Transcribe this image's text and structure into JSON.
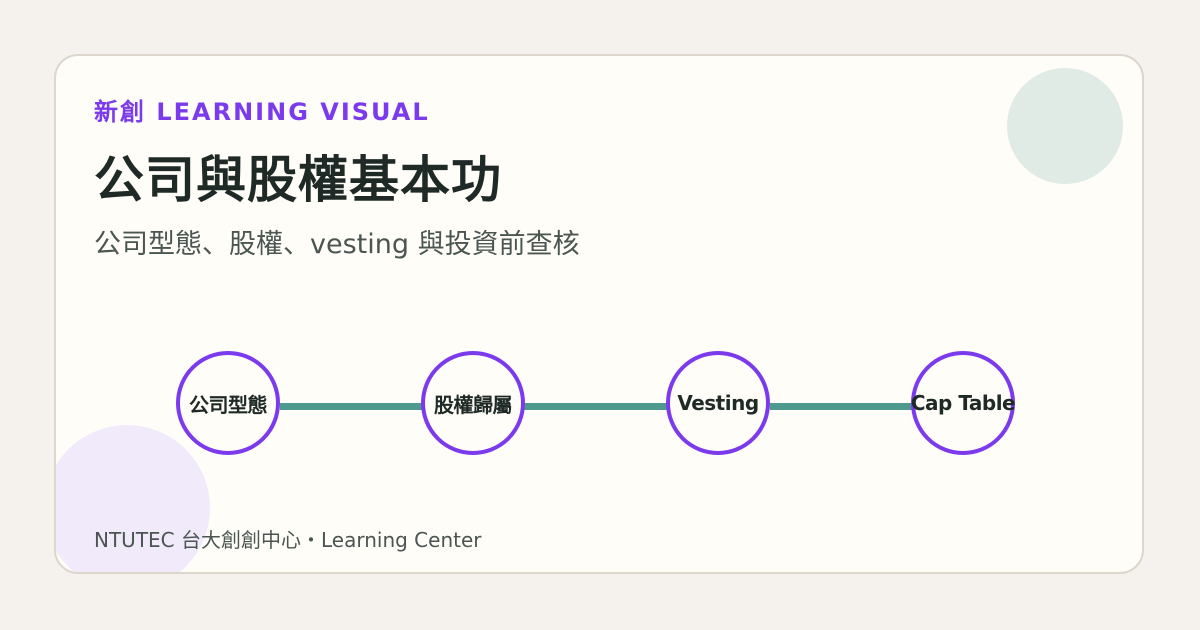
{
  "header": {
    "kicker": "新創 LEARNING VISUAL",
    "title": "公司與股權基本功",
    "subtitle": "公司型態、股權、vesting 與投資前查核"
  },
  "flow": {
    "steps": [
      {
        "label": "公司型態"
      },
      {
        "label": "股權歸屬"
      },
      {
        "label": "Vesting"
      },
      {
        "label": "Cap Table"
      }
    ]
  },
  "footer": {
    "text": "NTUTEC 台大創創中心・Learning Center"
  },
  "colors": {
    "accent": "#7c3aed",
    "connector": "#4e9a8f",
    "title": "#1f2a27",
    "card_background": "#fefdf8"
  }
}
